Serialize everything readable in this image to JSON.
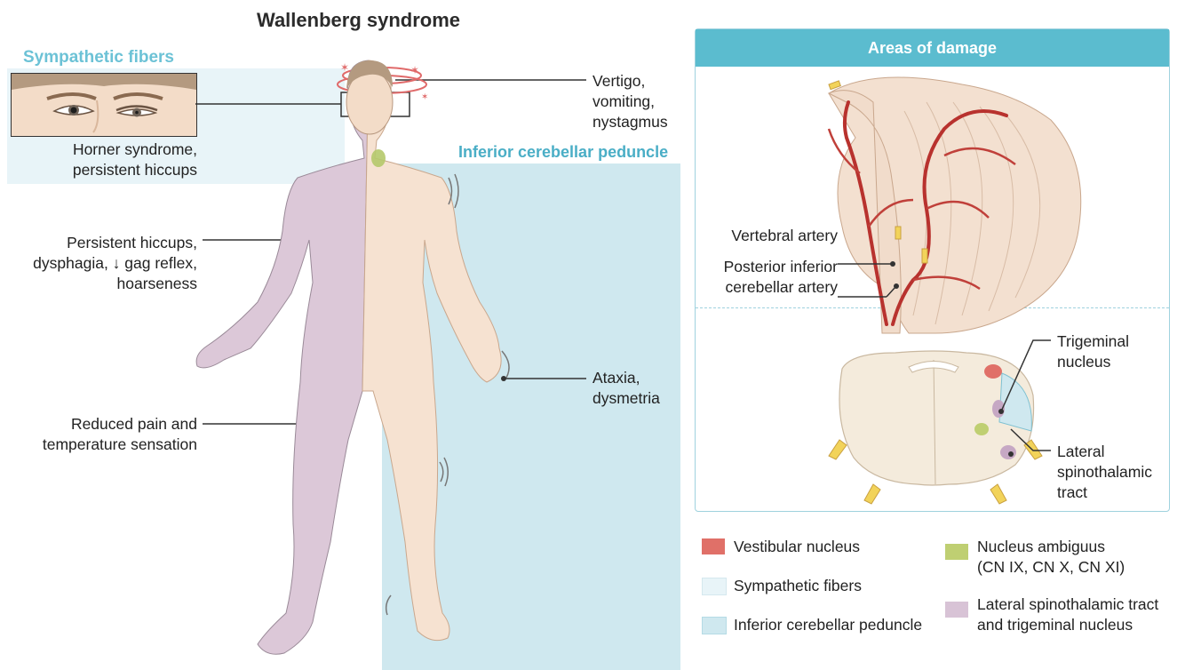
{
  "title": "Wallenberg syndrome",
  "regions": {
    "sympathetic": "Sympathetic fibers",
    "icp": "Inferior cerebellar peduncle"
  },
  "left_labels": {
    "horner": [
      "Horner syndrome,",
      "persistent hiccups"
    ],
    "dysphagia": [
      "Persistent hiccups,",
      "dysphagia, ↓ gag reflex,",
      "hoarseness"
    ],
    "pain": [
      "Reduced pain and",
      "temperature sensation"
    ]
  },
  "right_labels": {
    "vertigo": [
      "Vertigo,",
      "vomiting,",
      "nystagmus"
    ],
    "ataxia": [
      "Ataxia,",
      "dysmetria"
    ]
  },
  "panel": {
    "title": "Areas of damage",
    "vertebral": "Vertebral artery",
    "pica": [
      "Posterior inferior",
      "cerebellar artery"
    ],
    "trigeminal": [
      "Trigeminal",
      "nucleus"
    ],
    "spinothalamic": [
      "Lateral",
      "spinothalamic",
      "tract"
    ]
  },
  "legend": [
    {
      "label": [
        "Vestibular nucleus"
      ],
      "color": "#e07068"
    },
    {
      "label": [
        "Sympathetic fibers"
      ],
      "color": "#e8f4f8"
    },
    {
      "label": [
        "Inferior cerebellar peduncle"
      ],
      "color": "#cfe8ef"
    },
    {
      "label": [
        "Nucleus ambiguus",
        "(CN IX, CN X, CN XI)"
      ],
      "color": "#bfcf72"
    },
    {
      "label": [
        "Lateral spinothalamic tract",
        "and trigeminal nucleus"
      ],
      "color": "#d8c3d6"
    }
  ]
}
